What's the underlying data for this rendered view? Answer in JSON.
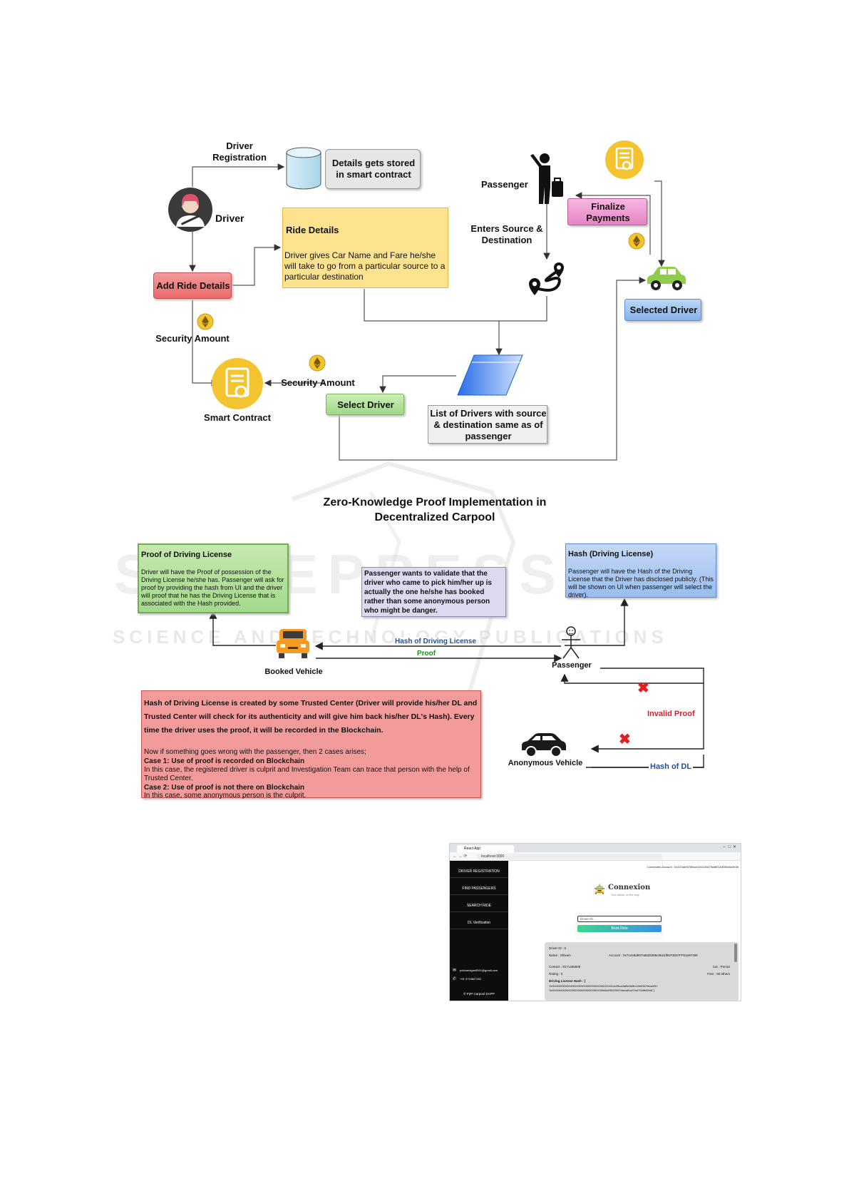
{
  "diagram1": {
    "driver_registration": "Driver\nRegistration",
    "details_stored": "Details gets stored\nin smart contract",
    "driver": "Driver",
    "ride_details_title": "Ride Details",
    "ride_details_body": "Driver gives Car Name and Fare he/she will take to go from a particular source to a particular destination",
    "add_ride_details": "Add Ride Details",
    "security_amount_left": "Security Amount",
    "smart_contract": "Smart Contract",
    "security_amount_mid": "Security Amount",
    "select_driver": "Select Driver",
    "list_of_drivers": "List of Drivers with source & destination same as of passenger",
    "passenger": "Passenger",
    "enters_source": "Enters Source &\nDestination",
    "finalize_payments": "Finalize\nPayments",
    "selected_driver": "Selected Driver"
  },
  "diagram2": {
    "title": "Zero-Knowledge Proof Implementation in\nDecentralized Carpool",
    "proof_title": "Proof of Driving License",
    "proof_body": "Driver will have the Proof of possession of the Driving License he/she has. Passenger will ask for proof by providing the hash from UI and the driver will proof that he has the Driving License that is associated with the Hash provided.",
    "validate_text": "Passenger wants to validate that the driver who came to pick him/her up is actually the one he/she has booked rather than some anonymous person who might be danger.",
    "hash_title": "Hash (Driving License)",
    "hash_body": "Passenger will have the Hash of the Driving License that the Driver has disclosed publicly. (This will be shown on UI when passenger will select the driver).",
    "hash_of_dl_arrow": "Hash of Driving License",
    "proof_arrow": "Proof",
    "booked_vehicle": "Booked Vehicle",
    "passenger": "Passenger",
    "invalid_proof": "Invalid Proof",
    "anonymous_vehicle": "Anonymous Vehicle",
    "hash_of_dl": "Hash of DL",
    "red_bold_1": "Hash of Driving License is created by some Trusted Center (Driver will provide his/her DL and Trusted Center will check for its authenticity and will give him back his/her DL's Hash). Every time the driver uses the proof, it will be recorded in the Blockchain.",
    "red_line_1": "Now if something goes wrong with the passenger, then 2 cases arises;",
    "case1_title": "Case 1: Use of proof is recorded on Blockchain",
    "case1_body": "In this case, the registered driver is culprit and Investigation Team can trace that person with the help of Trusted Center.",
    "case2_title": "Case 2: Use of proof is not there on Blockchain",
    "case2_body": "In this case, some anonymous person is the culprit."
  },
  "watermark": {
    "big": "SCITEPRESS",
    "small": "SCIENCE AND TECHNOLOGY PUBLICATIONS"
  },
  "screenshot": {
    "tab_title": "React App",
    "url": "localhost:3000",
    "connected_account": "Connected Account : 0x337ad9475f4a415411f2879cbff21b3f3f0c6c5e36",
    "nav": [
      "DRIVER REGISTRATION",
      "FIND PASSENGERS",
      "SEARCH RIDE",
      "DL Verification"
    ],
    "email": "pdcharnigan5591@gmail.com",
    "phone": "+91 9719807002",
    "footer": "© P2P Carpool DAPP",
    "logo_name": "Connexion",
    "logo_tagline": "One article on the way",
    "driver_id_placeholder": "Driver ID ...",
    "book_ride": "Book Ride",
    "driver_id": "Driver ID : 0",
    "name": "Name : Shivam",
    "account": "Account : 0x71448d697a6828366c6521f5570D97FF01e97499",
    "contact": "Contact : 8171456605",
    "car": "Car : Ferrari",
    "rating": "Rating : 0",
    "fare": "Fare : 50 ethers",
    "dl_hash_label": "Driving License Hash : [",
    "dl_hash_1": "'0x00000000000000000000000000000000022102dc09ba3af6d3d5b10b6067faba40b',",
    "dl_hash_2": "'0x00000000000000000000000000000000d8e09520097da4a81a37a47928fd5f48' ]"
  }
}
